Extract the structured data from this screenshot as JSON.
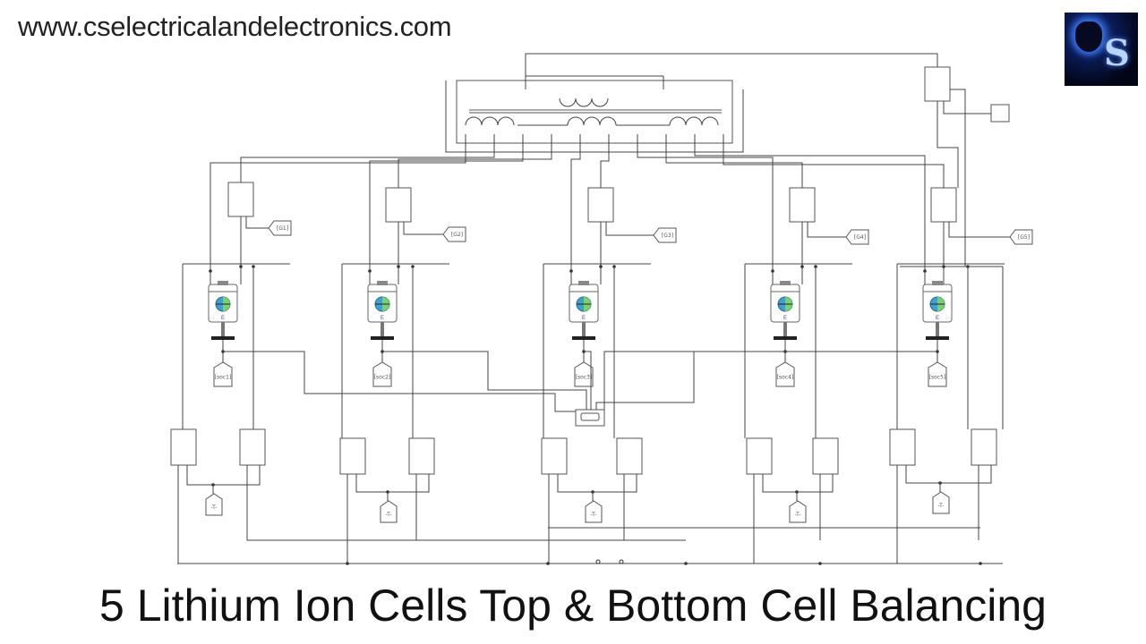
{
  "header": {
    "website": "www.cselectricalandelectronics.com"
  },
  "logo": {
    "letter": "S"
  },
  "caption": "5 Lithium Ion Cells Top & Bottom Cell Balancing",
  "diagram": {
    "gate_tags": [
      "[G1]",
      "[G2]",
      "[G3]",
      "[G4]",
      "[G5]"
    ],
    "soc_tags": [
      "[soc1]",
      "[soc2]",
      "[soc3]",
      "[soc4]",
      "[soc5]"
    ],
    "terminator_label": "-T-",
    "cell_label": "E",
    "colors": {
      "wire": "#444444",
      "cell_icon": "#3fa0d0",
      "cell_icon_accent": "#7ad36a"
    }
  }
}
